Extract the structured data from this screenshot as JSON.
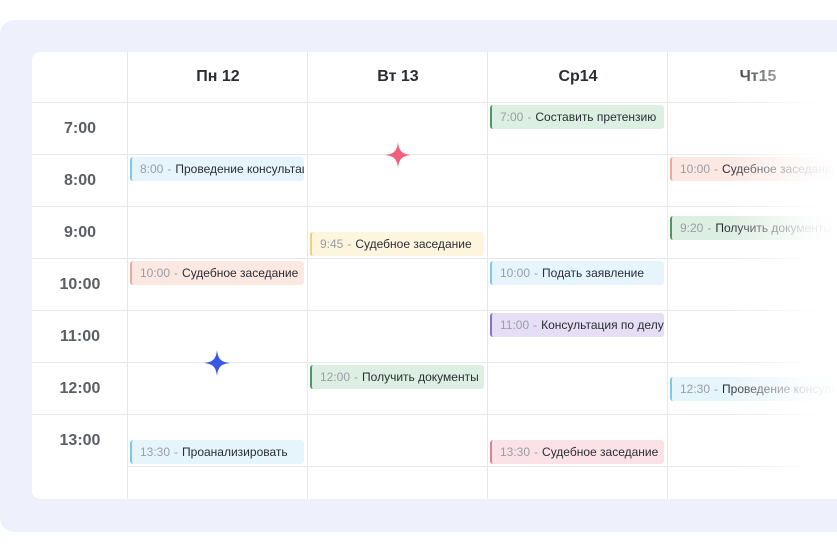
{
  "calendar": {
    "days": [
      {
        "label": "Пн 12"
      },
      {
        "label": "Вт 13"
      },
      {
        "label": "Ср14"
      },
      {
        "label": "Чт15"
      }
    ],
    "times": [
      "7:00",
      "8:00",
      "9:00",
      "10:00",
      "11:00",
      "12:00",
      "13:00"
    ],
    "events": [
      {
        "time": "7:00",
        "dash": "-",
        "title": "Составить претензию"
      },
      {
        "time": "8:00",
        "dash": "-",
        "title": "Проведение консультации"
      },
      {
        "time": "10:00",
        "dash": "-",
        "title": "Судебное заседание"
      },
      {
        "time": "9:45",
        "dash": "-",
        "title": "Судебное заседание"
      },
      {
        "time": "9:20",
        "dash": "-",
        "title": "Получить документы"
      },
      {
        "time": "10:00",
        "dash": "-",
        "title": "Судебное заседание"
      },
      {
        "time": "10:00",
        "dash": "-",
        "title": "Подать заявление"
      },
      {
        "time": "11:00",
        "dash": "-",
        "title": "Консультация по делу"
      },
      {
        "time": "12:00",
        "dash": "-",
        "title": "Получить документы"
      },
      {
        "time": "12:30",
        "dash": "-",
        "title": "Проведение консультации"
      },
      {
        "time": "13:30",
        "dash": "-",
        "title": "Проанализировать"
      },
      {
        "time": "13:30",
        "dash": "-",
        "title": "Судебное заседание"
      }
    ]
  },
  "decorations": {
    "star_colors": [
      "#f0607a",
      "#3b57e6"
    ],
    "star_icons": [
      "sparkle-icon",
      "sparkle-icon"
    ]
  }
}
